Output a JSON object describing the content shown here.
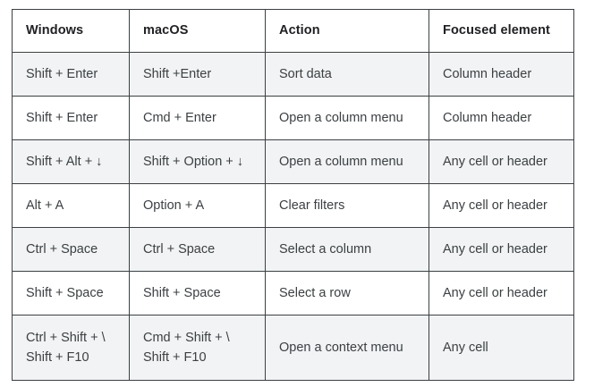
{
  "table": {
    "columns": [
      {
        "key": "windows",
        "label": "Windows"
      },
      {
        "key": "macos",
        "label": "macOS"
      },
      {
        "key": "action",
        "label": "Action"
      },
      {
        "key": "focus",
        "label": "Focused element"
      }
    ],
    "rows": [
      {
        "windows": "Shift + Enter",
        "macos": "Shift +Enter",
        "action": "Sort data",
        "focus": "Column header",
        "shaded": true
      },
      {
        "windows": "Shift + Enter",
        "macos": "Cmd + Enter",
        "action": "Open a column menu",
        "focus": "Column header",
        "shaded": false
      },
      {
        "windows": "Shift + Alt + ↓",
        "macos": "Shift + Option + ↓",
        "action": "Open a column menu",
        "focus": "Any cell or header",
        "shaded": true
      },
      {
        "windows": "Alt + A",
        "macos": "Option + A",
        "action": "Clear filters",
        "focus": "Any cell or header",
        "shaded": false
      },
      {
        "windows": "Ctrl + Space",
        "macos": "Ctrl + Space",
        "action": "Select a column",
        "focus": "Any cell or header",
        "shaded": true
      },
      {
        "windows": "Shift + Space",
        "macos": "Shift + Space",
        "action": "Select a row",
        "focus": "Any cell or header",
        "shaded": false
      },
      {
        "windows_line1": "Ctrl + Shift + \\",
        "windows_line2": "Shift + F10",
        "macos_line1": "Cmd + Shift + \\",
        "macos_line2": "Shift + F10",
        "action": "Open a context menu",
        "focus": "Any cell",
        "shaded": true,
        "tall": true
      }
    ]
  },
  "colors": {
    "border": "#3c4043",
    "shaded_row_bg": "#f1f3f4",
    "plain_row_bg": "#ffffff",
    "text": "#3c4043",
    "header_text": "#202124"
  }
}
